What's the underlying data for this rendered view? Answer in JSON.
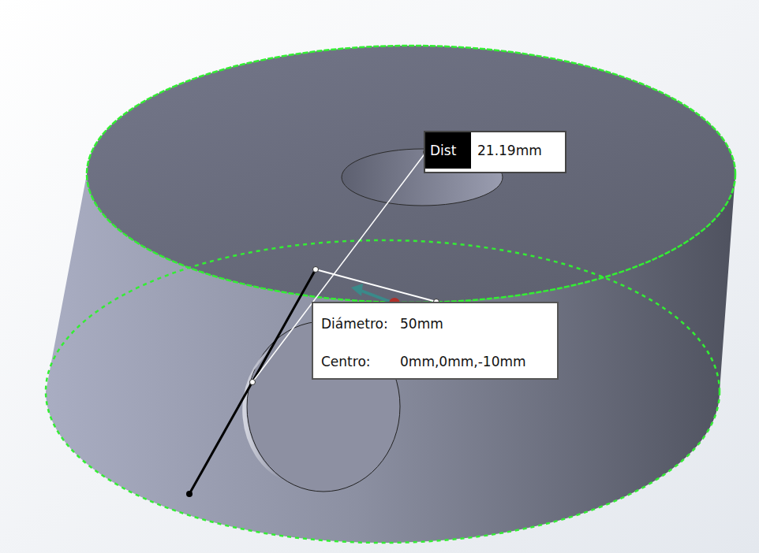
{
  "diagram": {
    "nodes": [
      {
        "text": [
          "Dist",
          "21.19mm"
        ]
      },
      {
        "text": [
          "Diámetro:",
          "50mm",
          "Centro:",
          "0mm,0mm,-10mm"
        ]
      }
    ]
  }
}
